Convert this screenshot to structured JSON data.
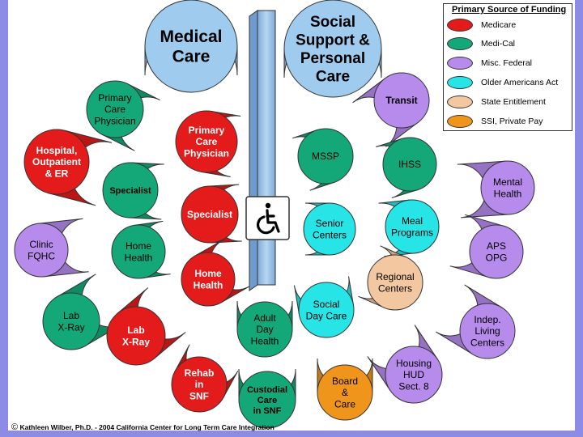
{
  "colors": {
    "medicare": "#e31b1b",
    "medi_cal": "#14a878",
    "misc_federal": "#b68bec",
    "older_americans": "#27e4e6",
    "state_entitlement": "#f3c8a0",
    "ssi_private": "#f0951b",
    "header_bubble": "#9ecbee",
    "frame": "#8c8ce6"
  },
  "headers": {
    "medical_care": "Medical Care",
    "social_support": "Social Support & Personal Care"
  },
  "legend": {
    "title": "Primary Source of Funding",
    "items": [
      {
        "label": "Medicare",
        "color": "#e31b1b"
      },
      {
        "label": "Medi-Cal",
        "color": "#14a878"
      },
      {
        "label": "Misc. Federal",
        "color": "#b68bec"
      },
      {
        "label": "Older Americans Act",
        "color": "#27e4e6"
      },
      {
        "label": "State Entitlement",
        "color": "#f3c8a0"
      },
      {
        "label": "SSI, Private Pay",
        "color": "#f0951b"
      }
    ]
  },
  "center_icon": "wheelchair-icon",
  "services": [
    {
      "id": "primary-care-green",
      "label": "Primary Care Physician",
      "funding": "medi_cal",
      "bold": false
    },
    {
      "id": "primary-care-red",
      "label": "Primary Care Physician",
      "funding": "medicare",
      "bold": true
    },
    {
      "id": "hospital-red",
      "label": "Hospital, Outpatient & ER",
      "funding": "medicare",
      "bold": true
    },
    {
      "id": "specialist-green",
      "label": "Specialist",
      "funding": "medi_cal",
      "bold": true
    },
    {
      "id": "specialist-red",
      "label": "Specialist",
      "funding": "medicare",
      "bold": true
    },
    {
      "id": "clinic-fqhc",
      "label": "Clinic FQHC",
      "funding": "misc_federal",
      "bold": false
    },
    {
      "id": "home-health-green",
      "label": "Home Health",
      "funding": "medi_cal",
      "bold": false
    },
    {
      "id": "home-health-red",
      "label": "Home Health",
      "funding": "medicare",
      "bold": true
    },
    {
      "id": "lab-xray-green",
      "label": "Lab X-Ray",
      "funding": "medi_cal",
      "bold": false
    },
    {
      "id": "lab-xray-red",
      "label": "Lab X-Ray",
      "funding": "medicare",
      "bold": true
    },
    {
      "id": "adult-day-health",
      "label": "Adult Day Health",
      "funding": "medi_cal",
      "bold": false
    },
    {
      "id": "rehab-snf",
      "label": "Rehab in SNF",
      "funding": "medicare",
      "bold": true
    },
    {
      "id": "custodial-care",
      "label": "Custodial Care in SNF",
      "funding": "medi_cal",
      "bold": true
    },
    {
      "id": "transit",
      "label": "Transit",
      "funding": "misc_federal",
      "bold": true
    },
    {
      "id": "mssp",
      "label": "MSSP",
      "funding": "medi_cal",
      "bold": false
    },
    {
      "id": "ihss",
      "label": "IHSS",
      "funding": "medi_cal",
      "bold": false
    },
    {
      "id": "mental-health",
      "label": "Mental Health",
      "funding": "misc_federal",
      "bold": false
    },
    {
      "id": "senior-centers",
      "label": "Senior Centers",
      "funding": "older_americans",
      "bold": false
    },
    {
      "id": "meal-programs",
      "label": "Meal Programs",
      "funding": "older_americans",
      "bold": false
    },
    {
      "id": "aps-opg",
      "label": "APS OPG",
      "funding": "misc_federal",
      "bold": false
    },
    {
      "id": "regional-centers",
      "label": "Regional Centers",
      "funding": "state_entitlement",
      "bold": false
    },
    {
      "id": "social-day-care",
      "label": "Social Day Care",
      "funding": "older_americans",
      "bold": false
    },
    {
      "id": "indep-living",
      "label": "Indep. Living Centers",
      "funding": "misc_federal",
      "bold": false
    },
    {
      "id": "housing-hud",
      "label": "Housing HUD Sect. 8",
      "funding": "misc_federal",
      "bold": false
    },
    {
      "id": "board-care",
      "label": "Board & Care",
      "funding": "ssi_private",
      "bold": false
    }
  ],
  "copyright": {
    "symbol": "©",
    "text": "Kathleen Wilber, Ph.D. - 2004 California Center for Long Term Care Integration"
  }
}
